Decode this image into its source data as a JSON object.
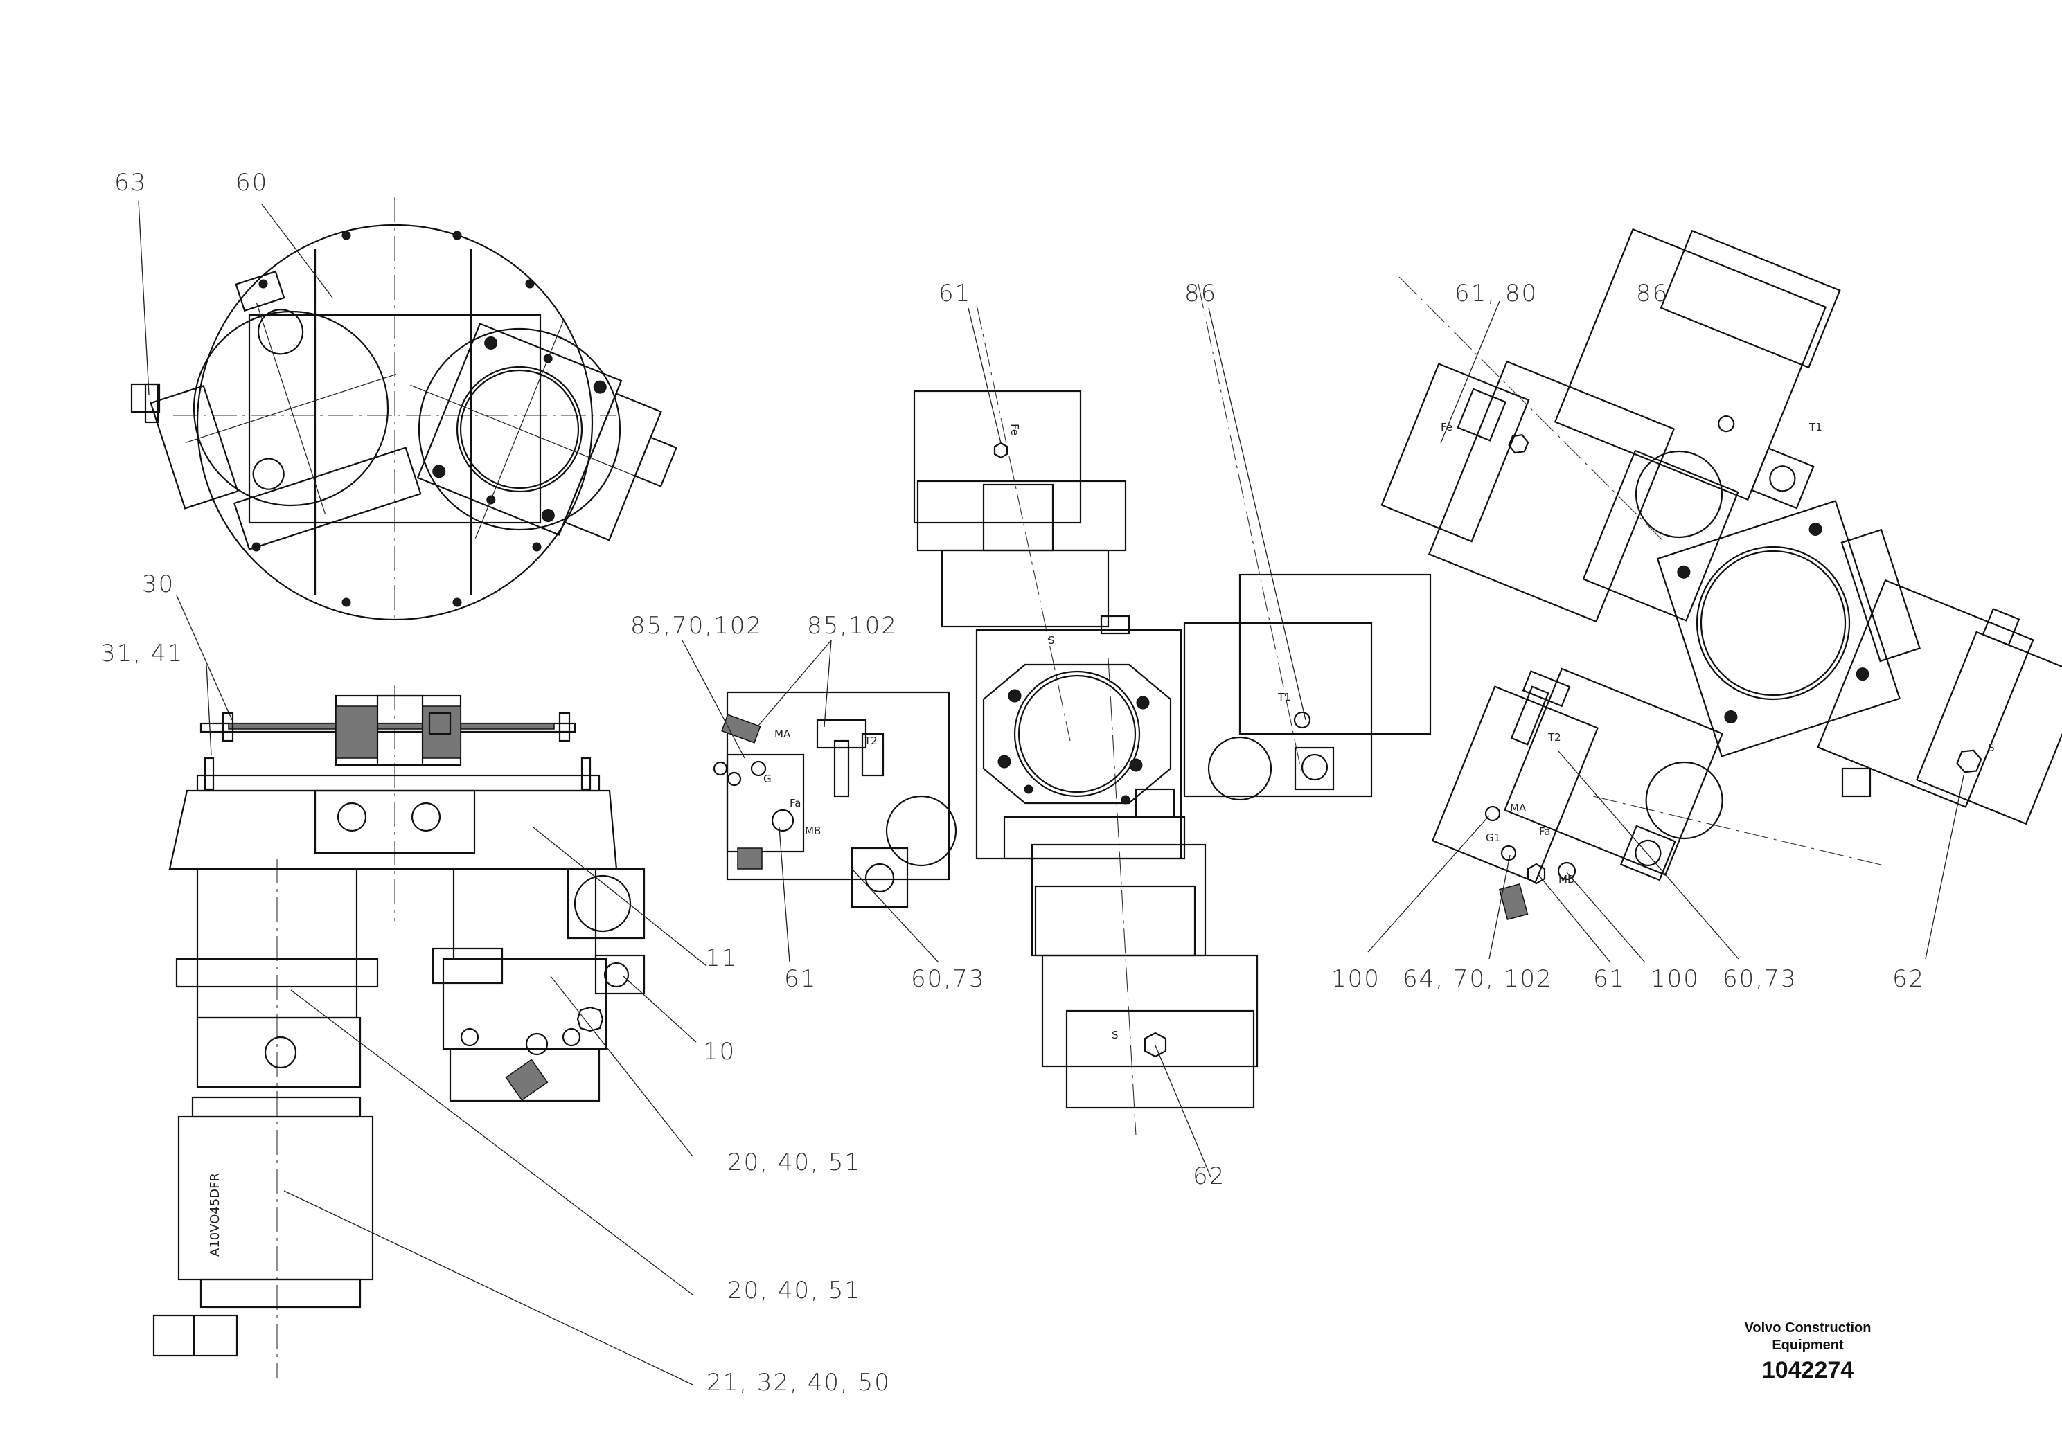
{
  "callouts": {
    "c63": "63",
    "c60": "60",
    "c30": "30",
    "c31_41": "31, 41",
    "c85_70_102": "85,70,102",
    "c85_102": "85,102",
    "c61_top": "61",
    "c86_mid": "86",
    "c61_80": "61, 80",
    "c86_right": "86",
    "c11": "11",
    "c61_left": "61",
    "c60_73_left": "60,73",
    "c100_a": "100",
    "c64_70_102": "64, 70, 102",
    "c61_right": "61",
    "c100_b": "100",
    "c60_73_right": "60,73",
    "c62_right": "62",
    "c10": "10",
    "c20_40_51_a": "20, 40, 51",
    "c62_mid": "62",
    "c20_40_51_b": "20, 40, 51",
    "c21_32_40_50": "21, 32, 40, 50"
  },
  "port_labels": {
    "ma_left": "MA",
    "g_left": "G",
    "fa_left": "Fa",
    "mb_left": "MB",
    "t2_left": "T2",
    "s_center": "S",
    "fe_top": "Fe",
    "t1_mid": "T1",
    "s_bottom": "S",
    "fe_right": "Fe",
    "t1_right": "T1",
    "s_right": "S",
    "t2_right": "T2",
    "ma_right": "MA",
    "g1_right": "G1",
    "fa_right": "Fa",
    "mb_right": "MB"
  },
  "engraving": "A10VO45DFR",
  "title_block": {
    "company": "Volvo Construction Equipment",
    "drawing_number": "1042274"
  }
}
